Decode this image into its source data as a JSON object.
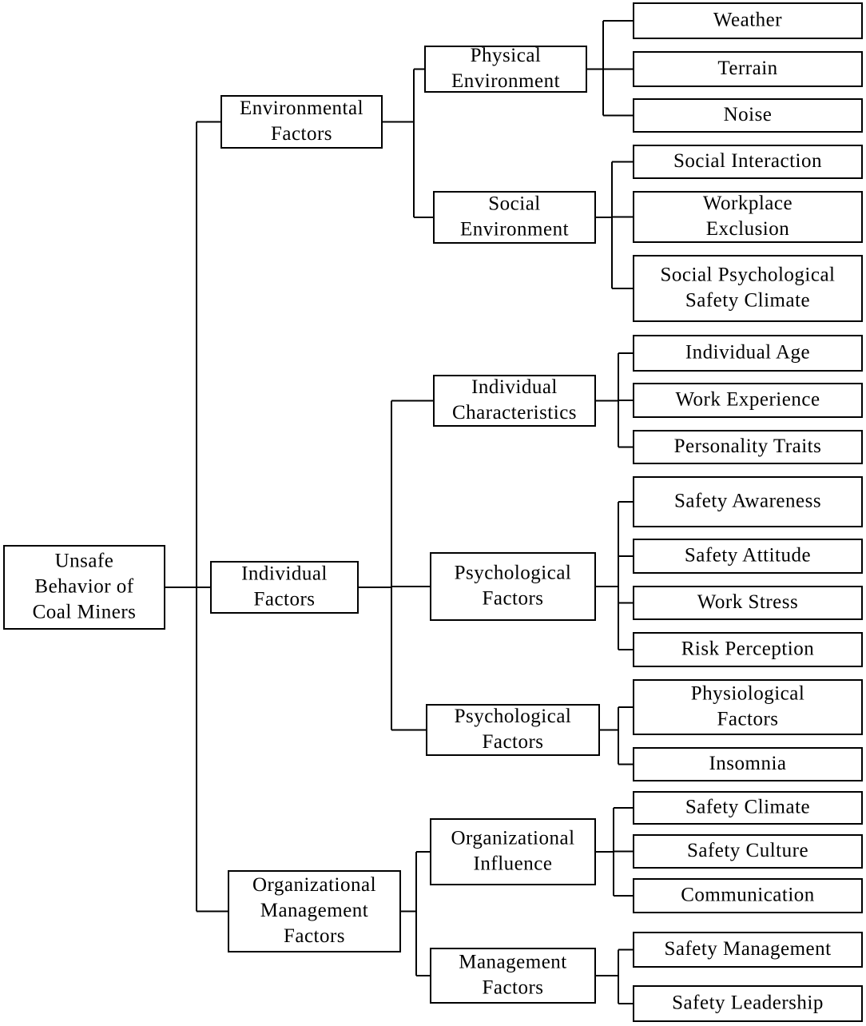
{
  "diagram": {
    "root": "Unsafe Behavior of Coal Miners",
    "nodes": {
      "root": [
        "Unsafe",
        "Behavior of",
        "Coal Miners"
      ],
      "env": [
        "Environmental",
        "Factors"
      ],
      "phys_env": [
        "Physical",
        "Environment"
      ],
      "weather": [
        "Weather"
      ],
      "terrain": [
        "Terrain"
      ],
      "noise": [
        "Noise"
      ],
      "soc_env": [
        "Social",
        "Environment"
      ],
      "soc_int": [
        "Social Interaction"
      ],
      "work_excl": [
        "Workplace",
        "Exclusion"
      ],
      "soc_psy": [
        "Social Psychological",
        "Safety Climate"
      ],
      "indiv": [
        "Individual",
        "Factors"
      ],
      "ind_char": [
        "Individual",
        "Characteristics"
      ],
      "ind_age": [
        "Individual Age"
      ],
      "work_exp": [
        "Work Experience"
      ],
      "pers": [
        "Personality Traits"
      ],
      "psy1": [
        "Psychological",
        "Factors"
      ],
      "saf_aware": [
        "Safety Awareness"
      ],
      "saf_att": [
        "Safety Attitude"
      ],
      "work_stress": [
        "Work Stress"
      ],
      "risk": [
        "Risk Perception"
      ],
      "psy2": [
        "Psychological",
        "Factors"
      ],
      "physio": [
        "Physiological",
        "Factors"
      ],
      "insomnia": [
        "Insomnia"
      ],
      "org": [
        "Organizational",
        "Management",
        "Factors"
      ],
      "org_inf": [
        "Organizational",
        "Influence"
      ],
      "saf_clim": [
        "Safety Climate"
      ],
      "saf_cult": [
        "Safety Culture"
      ],
      "comm": [
        "Communication"
      ],
      "mgmt": [
        "Management",
        "Factors"
      ],
      "saf_mgmt": [
        "Safety Management"
      ],
      "saf_lead": [
        "Safety Leadership"
      ]
    }
  }
}
